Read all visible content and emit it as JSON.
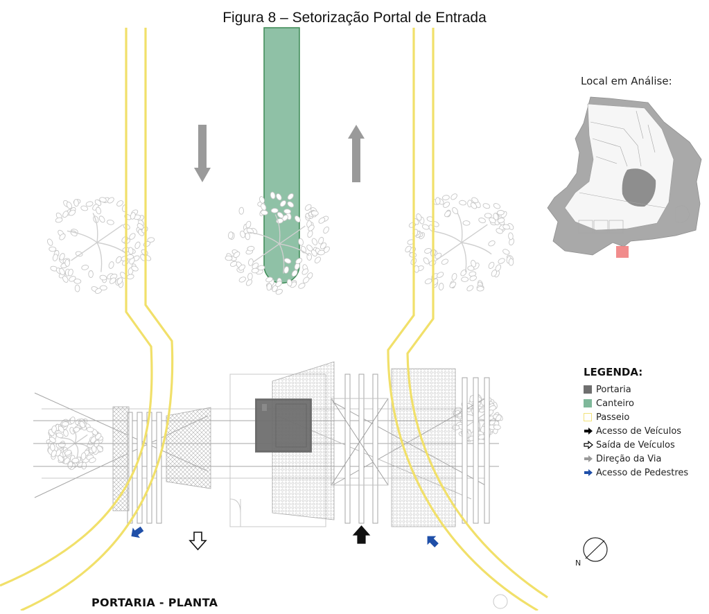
{
  "figure": {
    "title": "Figura 8 – Setorização Portal de Entrada",
    "plan_label": "PORTARIA - PLANTA"
  },
  "location_map": {
    "title": "Local em Análise:"
  },
  "legend": {
    "title": "LEGENDA:",
    "items": [
      {
        "kind": "swatch",
        "label": "Portaria",
        "color": "#6f6f6f",
        "border": "#6f6f6f"
      },
      {
        "kind": "swatch",
        "label": "Canteiro",
        "color": "#7fb89a",
        "border": "#7fb89a"
      },
      {
        "kind": "swatch",
        "label": "Passeio",
        "color": "#ffffff",
        "border": "#f2e27a"
      },
      {
        "kind": "arrow",
        "label": "Acesso de Veículos",
        "color": "#000000",
        "style": "solid"
      },
      {
        "kind": "arrow",
        "label": "Saída de Veículos",
        "color": "#000000",
        "style": "outline"
      },
      {
        "kind": "arrow",
        "label": "Direção da Via",
        "color": "#9a9a9a",
        "style": "solid"
      },
      {
        "kind": "arrow",
        "label": "Acesso de Pedestres",
        "color": "#1f4fa8",
        "style": "solid"
      }
    ]
  },
  "compass": {
    "label": "N"
  },
  "colors": {
    "portaria": "#6f6f6f",
    "canteiro": "#7fb89a",
    "canteiro_edge": "#3d8a55",
    "passeio": "#f1e06a",
    "via_arrow": "#9a9a9a",
    "pedestrian_arrow": "#1f4fa8",
    "linework": "#9a9a9a",
    "map_fill": "#a9a9a9",
    "map_highlight": "#f07f7f"
  },
  "icons": [
    "direction-arrow-down-icon",
    "direction-arrow-up-icon",
    "tree-icon",
    "exit-arrow-icon",
    "entry-arrow-icon",
    "pedestrian-arrow-icon",
    "compass-icon"
  ]
}
